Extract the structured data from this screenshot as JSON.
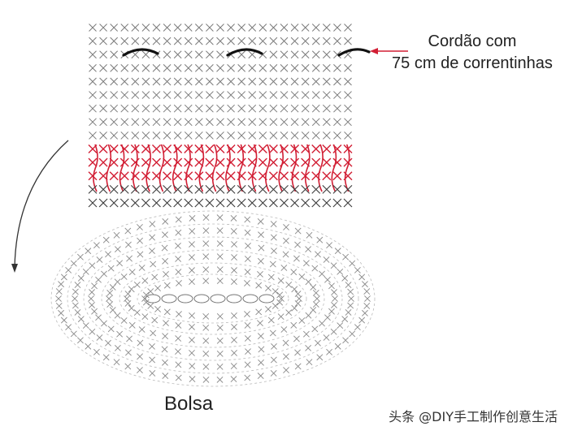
{
  "diagram": {
    "callout_line1": "Cordão com",
    "callout_line2": "75 cm de correntinhas",
    "caption": "Bolsa",
    "watermark": "头条 @DIY手工制作创意生活",
    "colors": {
      "stitch_gray": "#7a7a7a",
      "stitch_red": "#d21e34",
      "stitch_dark": "#3c3c3c",
      "cord": "#111111",
      "arrow": "#333333"
    },
    "icons": [
      "crochet-x-stitch",
      "chain-stitch-oval",
      "cord-arc",
      "pointer-arrow",
      "curved-arrow"
    ]
  }
}
